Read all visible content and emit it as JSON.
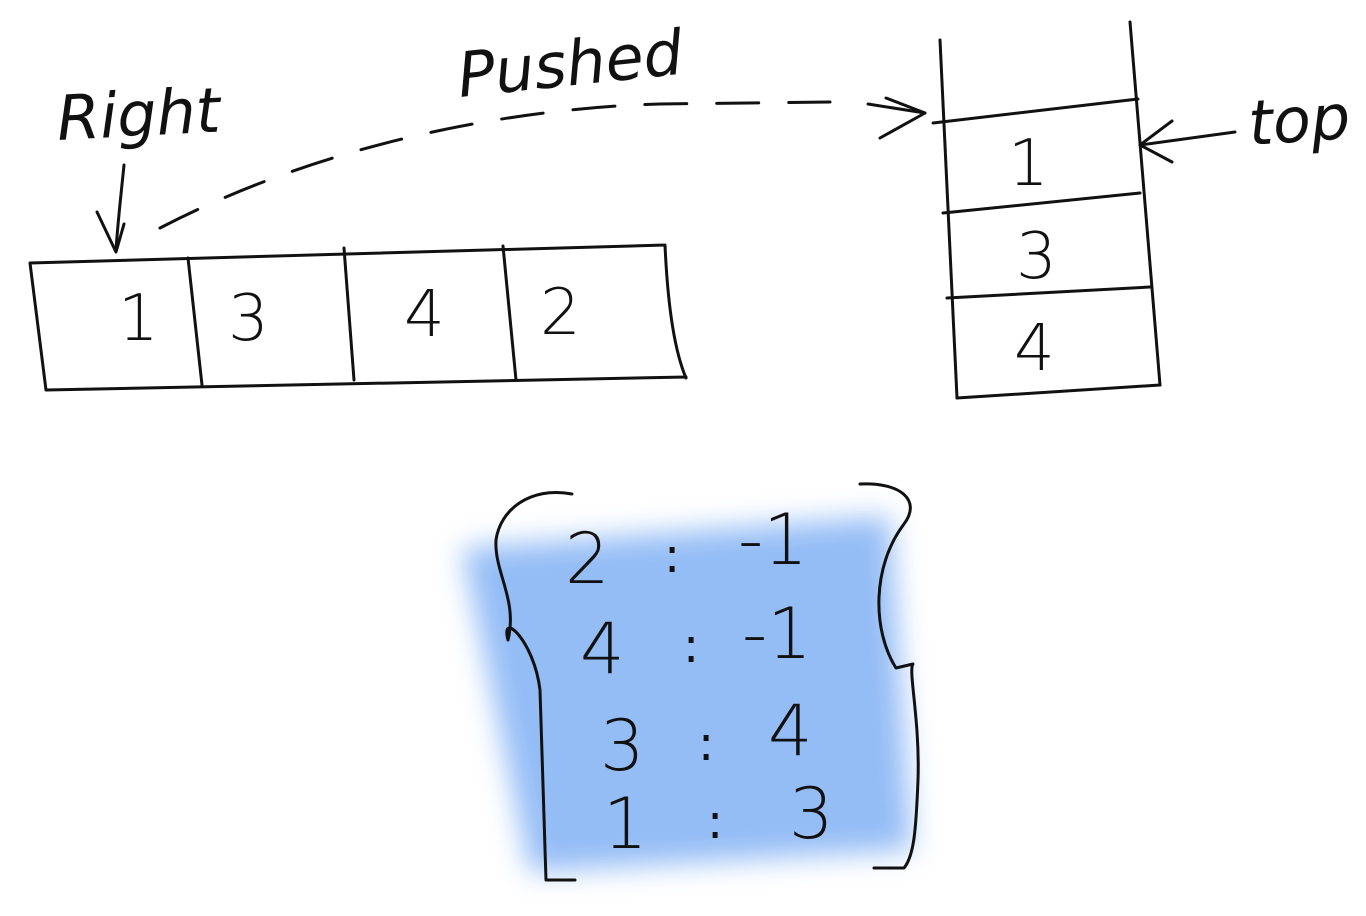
{
  "labels": {
    "right": "Right",
    "pushed": "Pushed",
    "top": "top"
  },
  "array": {
    "cells": [
      "1",
      "3",
      "4",
      "2"
    ]
  },
  "stack": {
    "cells_top_to_bottom": [
      "1",
      "3",
      "4"
    ]
  },
  "map": {
    "separator": ":",
    "entries": [
      {
        "key": "2",
        "value": "-1"
      },
      {
        "key": "4",
        "value": "-1"
      },
      {
        "key": "3",
        "value": "4"
      },
      {
        "key": "1",
        "value": "3"
      }
    ]
  },
  "colors": {
    "ink": "#111111",
    "highlight": "#8fb9f5",
    "background": "#ffffff"
  }
}
